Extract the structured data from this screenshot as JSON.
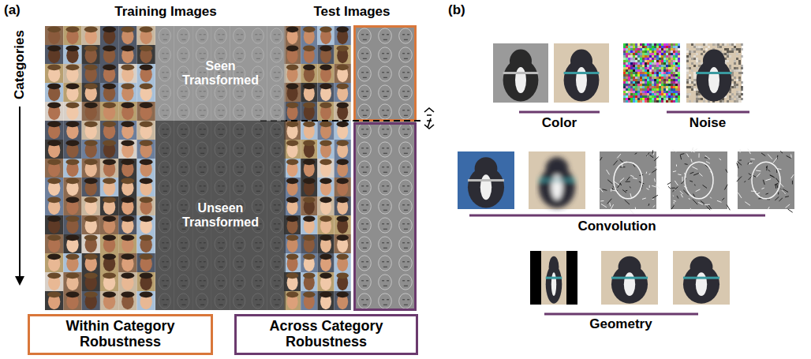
{
  "diagram": {
    "nodes": [
      {
        "text": [
          "Seen Transformed"
        ]
      },
      {
        "text": [
          "Unseen Transformed"
        ]
      },
      {
        "text": [
          "Within Category Robustness"
        ]
      },
      {
        "text": [
          "Across Category Robustness"
        ]
      }
    ],
    "labels": [
      "(a)",
      "Training Images",
      "Test Images",
      "(b)",
      "Categories",
      "Color",
      "Noise",
      "Convolution",
      "Geometry"
    ]
  }
}
